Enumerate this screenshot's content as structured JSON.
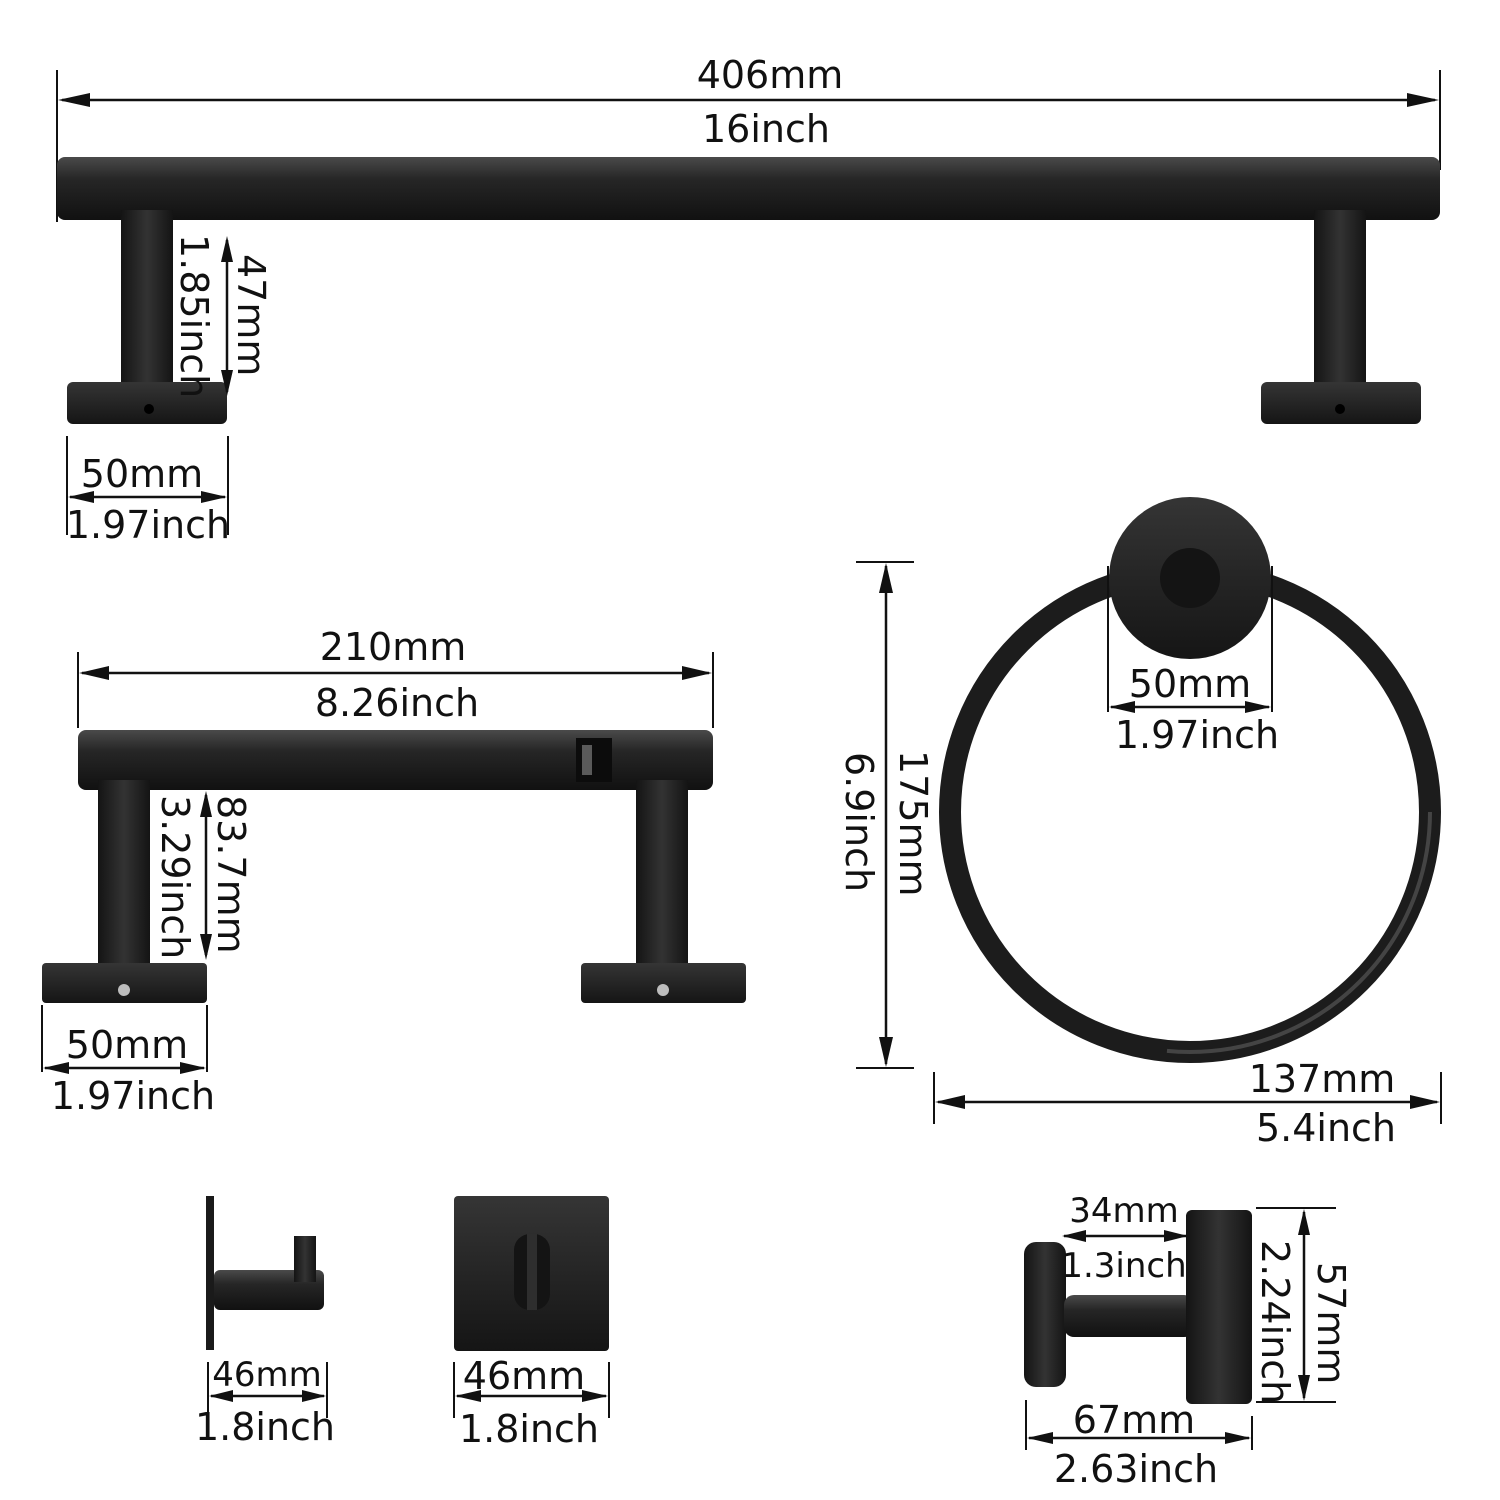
{
  "towel_bar": {
    "length_mm": "406mm",
    "length_in": "16inch",
    "post_height_mm": "47mm",
    "post_height_in": "1.85inch",
    "base_width_mm": "50mm",
    "base_width_in": "1.97inch"
  },
  "paper_holder": {
    "length_mm": "210mm",
    "length_in": "8.26inch",
    "post_height_mm": "83.7mm",
    "post_height_in": "3.29inch",
    "base_width_mm": "50mm",
    "base_width_in": "1.97inch"
  },
  "towel_ring": {
    "height_mm": "175mm",
    "height_in": "6.9inch",
    "base_width_mm": "50mm",
    "base_width_in": "1.97inch",
    "width_mm": "137mm",
    "width_in": "5.4inch"
  },
  "square_hook_side": {
    "width_mm": "46mm",
    "width_in": "1.8inch"
  },
  "square_hook_front": {
    "width_mm": "46mm",
    "width_in": "1.8inch"
  },
  "round_hook": {
    "depth_mm": "34mm",
    "depth_in": "1.3inch",
    "height_mm": "57mm",
    "height_in": "2.24inch",
    "total_mm": "67mm",
    "total_in": "2.63inch"
  },
  "colors": {
    "metal": "#232323",
    "background": "#ffffff",
    "dimension_line": "#111111"
  }
}
